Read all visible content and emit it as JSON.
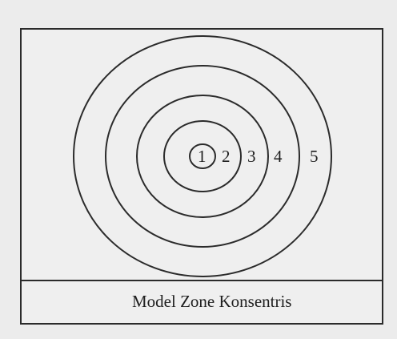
{
  "caption": "Model Zone Konsentris",
  "zones": [
    {
      "label": "1"
    },
    {
      "label": "2"
    },
    {
      "label": "3"
    },
    {
      "label": "4"
    },
    {
      "label": "5"
    }
  ],
  "colors": {
    "line": "#2b2b2b",
    "background": "#efefef"
  }
}
